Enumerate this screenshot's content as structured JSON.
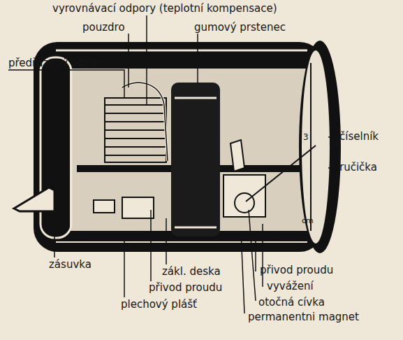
{
  "diagram": {
    "labels": [
      "vyrovnávací odpory (teplotní kompensace)",
      "pouzdro",
      "gumový prstenec",
      "předřazený odpor",
      "číselník",
      "ručička",
      "zásuvka",
      "zákl. deska",
      "přivod proudu",
      "plechový plášť",
      "přivod proudu",
      "vyvážení",
      "otočná cívka",
      "permanentni magnet",
      "3",
      "cm"
    ]
  }
}
